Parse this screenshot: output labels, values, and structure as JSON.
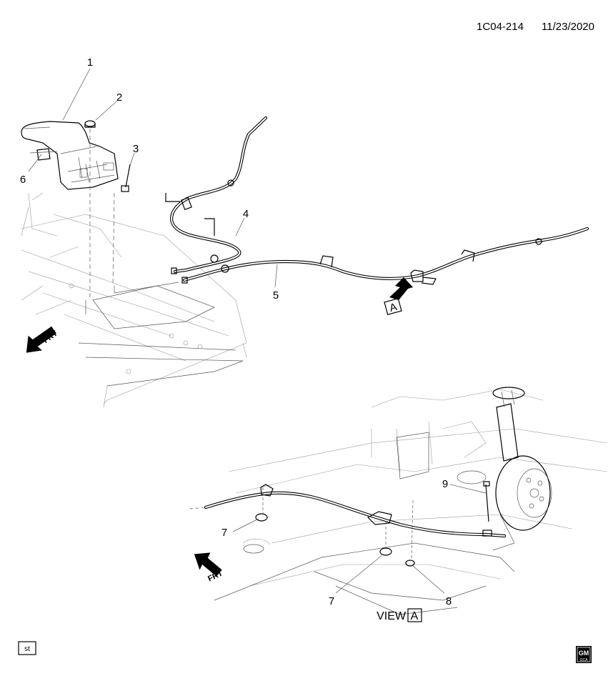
{
  "header": {
    "drawing_id": "1C04-214",
    "date": "11/23/2020"
  },
  "callouts": [
    "1",
    "2",
    "3",
    "4",
    "5",
    "6",
    "7",
    "7",
    "8",
    "9"
  ],
  "view_ref": {
    "arrow_letter": "A",
    "view_label": "VIEW",
    "view_letter": "A"
  },
  "direction_labels": {
    "frt_upper": "FRT",
    "frt_lower": "FRT"
  },
  "footer": {
    "st_badge": "st",
    "logo_text": "GM",
    "logo_subtext": "GCA"
  }
}
